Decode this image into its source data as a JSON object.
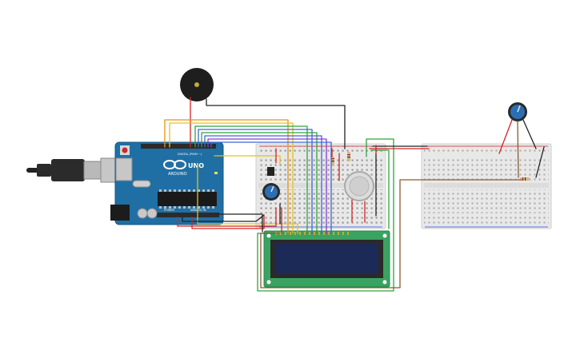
{
  "arduino": {
    "brand_label": "ARDUINO",
    "model_label": "UNO",
    "digital_label": "DIGITAL (PWM ~)",
    "power_label": "POWER",
    "analog_label": "ANALOG IN"
  },
  "colors": {
    "board": "#1f6fa5",
    "breadboard": "#e6e6e6",
    "lcd_pcb": "#3aa361",
    "lcd_screen": "#1c2a58",
    "wire_red": "#d62424",
    "wire_black": "#222222",
    "wire_yellow": "#e3c21a",
    "wire_orange": "#e8900e",
    "wire_green": "#2fa33a",
    "wire_blue": "#3a67d6",
    "wire_purple": "#8a3ad6",
    "wire_brown": "#8a5a2b",
    "pot": "#2a6fb4"
  }
}
